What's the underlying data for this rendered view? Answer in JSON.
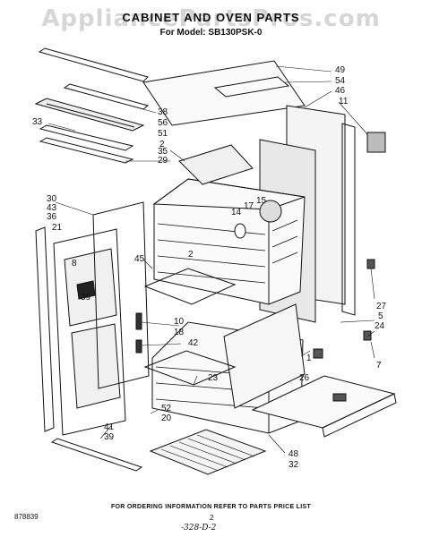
{
  "watermark": "AppliancePartsPros.com",
  "title": "CABINET AND OVEN PARTS",
  "model_line": "For Model: SB130PSK-0",
  "callouts": {
    "c49": "49",
    "c54": "54",
    "c46": "46",
    "c11": "11",
    "c38": "38",
    "c56": "56",
    "c51": "51",
    "c33": "33",
    "c2a": "2",
    "c35": "35",
    "c29": "29",
    "c14": "14",
    "c17": "17",
    "c15": "15",
    "c30": "30",
    "c43": "43",
    "c36": "36",
    "c21": "21",
    "c8": "8",
    "c45": "45",
    "c2b": "2",
    "c39a": "39",
    "c27": "27",
    "c5": "5",
    "c24": "24",
    "c10": "10",
    "c18": "18",
    "c42": "42",
    "c1": "1",
    "c7": "7",
    "c26": "26",
    "c52": "52",
    "c20": "20",
    "c23": "23",
    "c41": "41",
    "c39b": "39",
    "c48": "48",
    "c32": "32"
  },
  "footer": {
    "note": "FOR ORDERING INFORMATION REFER TO PARTS PRICE LIST",
    "code": "878839",
    "page": "2",
    "signature": "-328-D-2"
  }
}
